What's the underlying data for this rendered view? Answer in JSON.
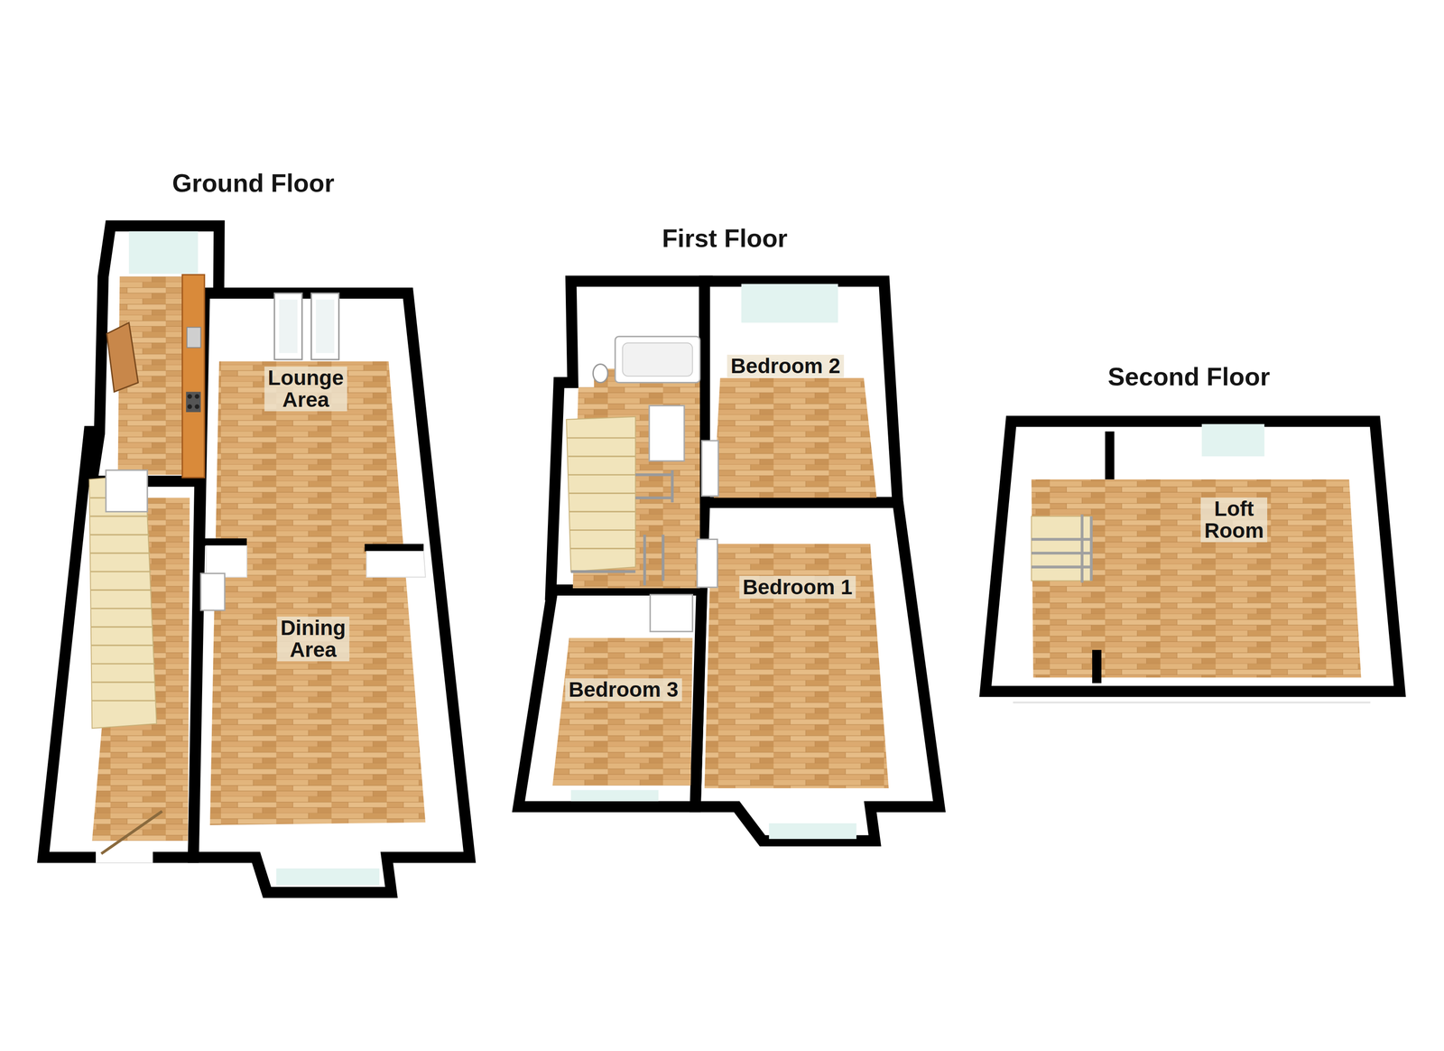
{
  "diagram": {
    "nodes": [
      {
        "text": [
          "Ground Floor"
        ]
      },
      {
        "text": [
          "Lounge Area"
        ],
        "in": 0
      },
      {
        "text": [
          "Dining Area"
        ],
        "in": 0
      },
      {
        "text": [
          "First Floor"
        ]
      },
      {
        "text": [
          "Bedroom 2"
        ],
        "in": 3
      },
      {
        "text": [
          "Bedroom 1"
        ],
        "in": 3
      },
      {
        "text": [
          "Bedroom 3"
        ],
        "in": 3
      },
      {
        "text": [
          "Second Floor"
        ]
      },
      {
        "text": [
          "Loft Room"
        ],
        "in": 7
      }
    ]
  }
}
